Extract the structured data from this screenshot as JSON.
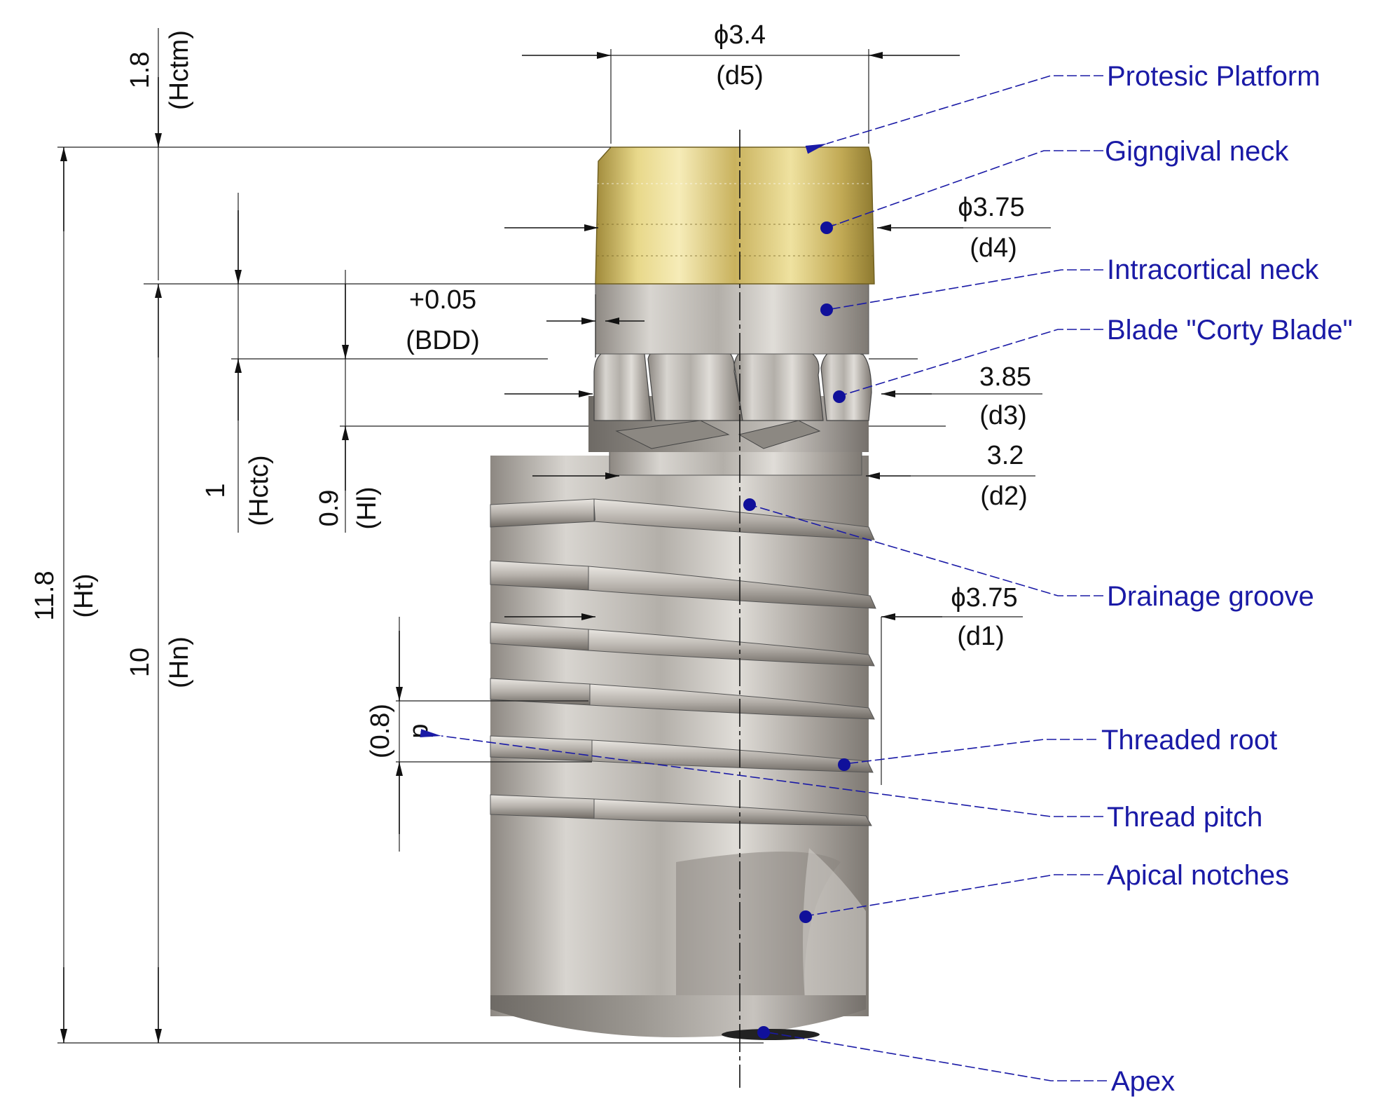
{
  "dimensions": {
    "d5": {
      "value": "ϕ3.4",
      "code": "(d5)"
    },
    "d4": {
      "value": "ϕ3.75",
      "code": "(d4)"
    },
    "bdd": {
      "value": "+0.05",
      "code": "(BDD)"
    },
    "d3": {
      "value": "3.85",
      "code": "(d3)"
    },
    "d2": {
      "value": "3.2",
      "code": "(d2)"
    },
    "d1": {
      "value": "ϕ3.75",
      "code": "(d1)"
    },
    "hctm": {
      "value": "1.8",
      "code": "(Hctm)"
    },
    "ht": {
      "value": "11.8",
      "code": "(Ht)"
    },
    "hn": {
      "value": "10",
      "code": "(Hn)"
    },
    "hctc": {
      "value": "1",
      "code": "(Hctc)"
    },
    "hl": {
      "value": "0.9",
      "code": "(Hl)"
    },
    "pitch": {
      "value": "(0.8)",
      "code": "p"
    }
  },
  "labels": {
    "protesic_platform": "Protesic Platform",
    "gingival_neck": "Gigngival neck",
    "intracortical_neck": "Intracortical neck",
    "blade": "Blade \"Corty Blade\"",
    "drainage_groove": "Drainage groove",
    "threaded_root": "Threaded root",
    "thread_pitch": "Thread pitch",
    "apical_notches": "Apical notches",
    "apex": "Apex"
  },
  "colors": {
    "annotation": "#1a1aa6",
    "gold_collar": "#d9c56a",
    "titanium": "#b8b4ae",
    "dimension_lines": "#111111"
  }
}
